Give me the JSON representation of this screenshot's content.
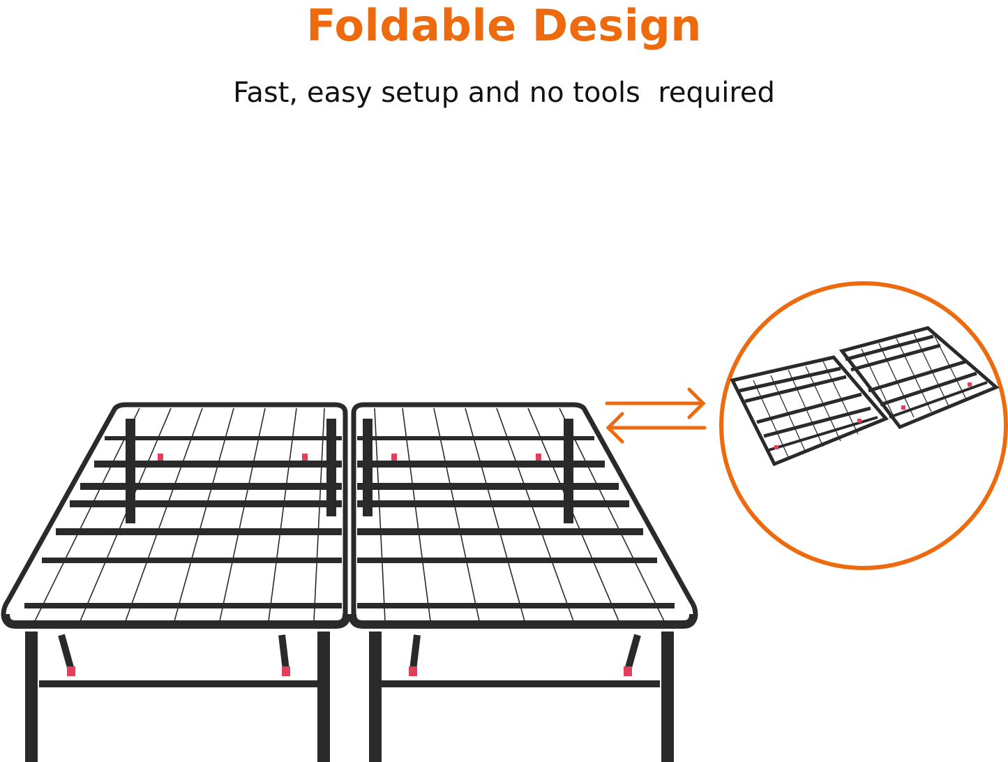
{
  "header": {
    "title": "Foldable Design",
    "subtitle": "Fast, easy setup and no tools  required"
  },
  "colors": {
    "accent": "#ED6B0E",
    "text": "#111111",
    "frame": "#2a2a2a",
    "clip": "#e0405a",
    "background": "#ffffff"
  },
  "illustration": {
    "main_image": "unfolded-metal-bed-frame",
    "inset_image": "folded-bed-frame-halves",
    "arrows": "bidirectional-arrows-icon"
  }
}
